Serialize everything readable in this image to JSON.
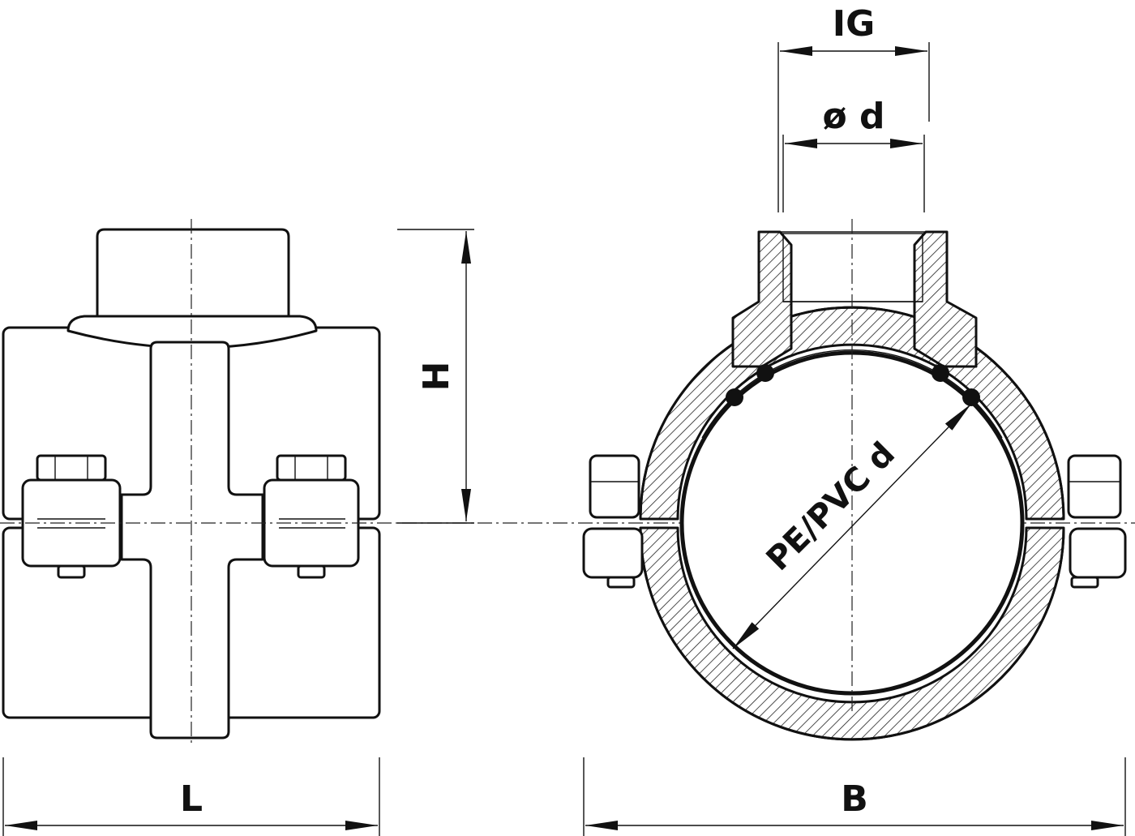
{
  "dimensions": {
    "ig": "IG",
    "od": "ø d",
    "pipe": "PE/PVC d",
    "height": "H",
    "length": "L",
    "width": "B"
  }
}
